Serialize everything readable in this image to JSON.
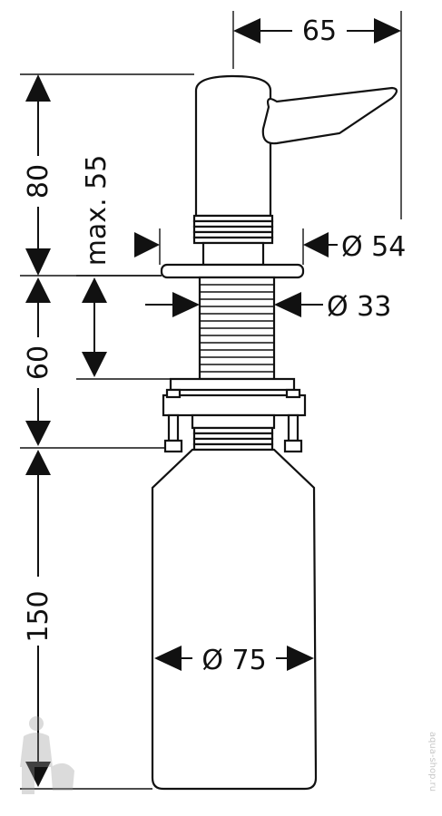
{
  "dimensions": {
    "total_width": "65",
    "dispenser_height": "80",
    "max_counter": "max. 55",
    "cap_diameter": "Ø 54",
    "shaft_diameter": "Ø 33",
    "shaft_length": "60",
    "bottle_height": "150",
    "bottle_diameter": "Ø 75"
  },
  "watermark": {
    "text": "aqua-shop.ru"
  },
  "colors": {
    "line": "#111111",
    "background": "#ffffff",
    "watermark": "#c8c8c8"
  }
}
